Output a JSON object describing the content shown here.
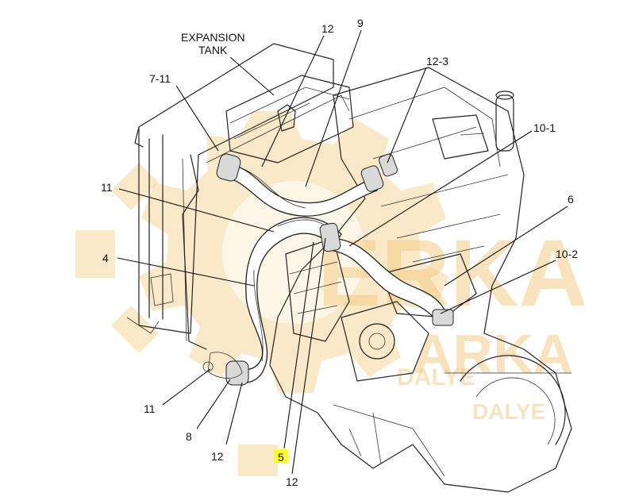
{
  "diagram": {
    "callouts": {
      "expansion_tank_line1": "EXPANSION",
      "expansion_tank_line2": "TANK",
      "c_7_11": "7-11",
      "c_12_top": "12",
      "c_9": "9",
      "c_12_3": "12-3",
      "c_10_1": "10-1",
      "c_11_left": "11",
      "c_6": "6",
      "c_10_2": "10-2",
      "c_4": "4",
      "c_11_bottom": "11",
      "c_8": "8",
      "c_12_bottom_left": "12",
      "c_5": "5",
      "c_12_bottom": "12"
    },
    "watermark": {
      "word1": "ERKA",
      "word2": "ARKA",
      "word3": "DALYE",
      "word4": "DALYE"
    },
    "highlight_color": "#ffff33",
    "watermark_color": "#f4c980"
  }
}
